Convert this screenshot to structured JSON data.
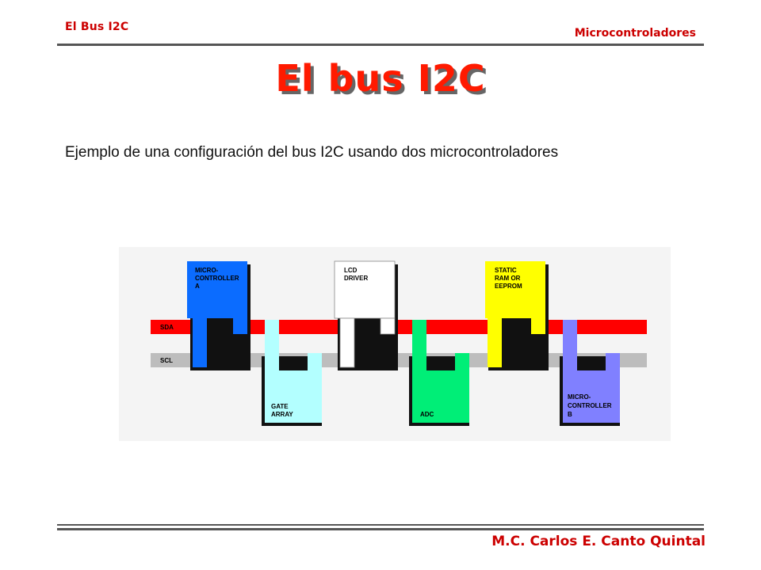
{
  "header": {
    "left": "El Bus I2C",
    "right": "Microcontroladores"
  },
  "title": "El bus I2C",
  "subtitle": "Ejemplo  de una configuración del bus I2C usando dos microcontroladores",
  "footer": "M.C. Carlos E. Canto Quintal",
  "diagram": {
    "buses": [
      {
        "label": "SDA",
        "color": "#ff0000"
      },
      {
        "label": "SCL",
        "color": "#bdbdbd"
      }
    ],
    "devices": [
      {
        "lines": [
          "MICRO-",
          "CONTROLLER",
          "A"
        ],
        "color": "#0b6cff"
      },
      {
        "lines": [
          "GATE",
          "ARRAY"
        ],
        "color": "#b3ffff"
      },
      {
        "lines": [
          "LCD",
          "DRIVER"
        ],
        "color": "#ffffff"
      },
      {
        "lines": [
          "ADC"
        ],
        "color": "#00ee77"
      },
      {
        "lines": [
          "STATIC",
          "RAM OR",
          "EEPROM"
        ],
        "color": "#ffff00"
      },
      {
        "lines": [
          "MICRO-",
          "CONTROLLER",
          "B"
        ],
        "color": "#8080ff"
      }
    ]
  }
}
